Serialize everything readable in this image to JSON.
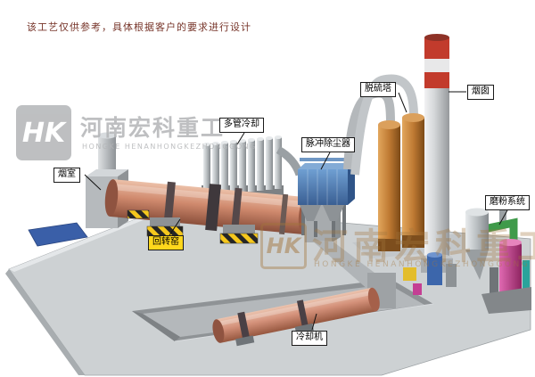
{
  "disclaimer": "该工艺仅供参考，具体根据客户的要求进行设计",
  "watermark": {
    "logo_monogram": "HK",
    "company_cn": "河南宏科重工",
    "company_en": "HONGKE HENANHONGKEZHONGGONG"
  },
  "labels": {
    "smoke_chamber": "烟室",
    "rotary_kiln": "回转窑",
    "multi_tube_cooler": "多管冷却",
    "pulse_dust_collector": "脉冲除尘器",
    "desulfurization_tower": "脱硫塔",
    "chimney": "烟囱",
    "grinding_system": "磨粉系统",
    "cooling_machine": "冷却机"
  },
  "colors": {
    "kiln_salmon": "#d08a6e",
    "dust_collector_blue": "#4c7fb5",
    "desulfurization_tower_brown": "#bf7a33",
    "chimney_band_red": "#c23b2c",
    "label_highlight_yellow": "#ffd71c",
    "platform_gray": "#cdd1d3",
    "pipe_green": "#3f9a4a",
    "unit_magenta": "#c43f94",
    "pad_blue": "#3a5fa8",
    "disclaimer_text": "#77352a",
    "watermark_gray": "#b3b5b7",
    "watermark_tan": "#a3763d"
  }
}
